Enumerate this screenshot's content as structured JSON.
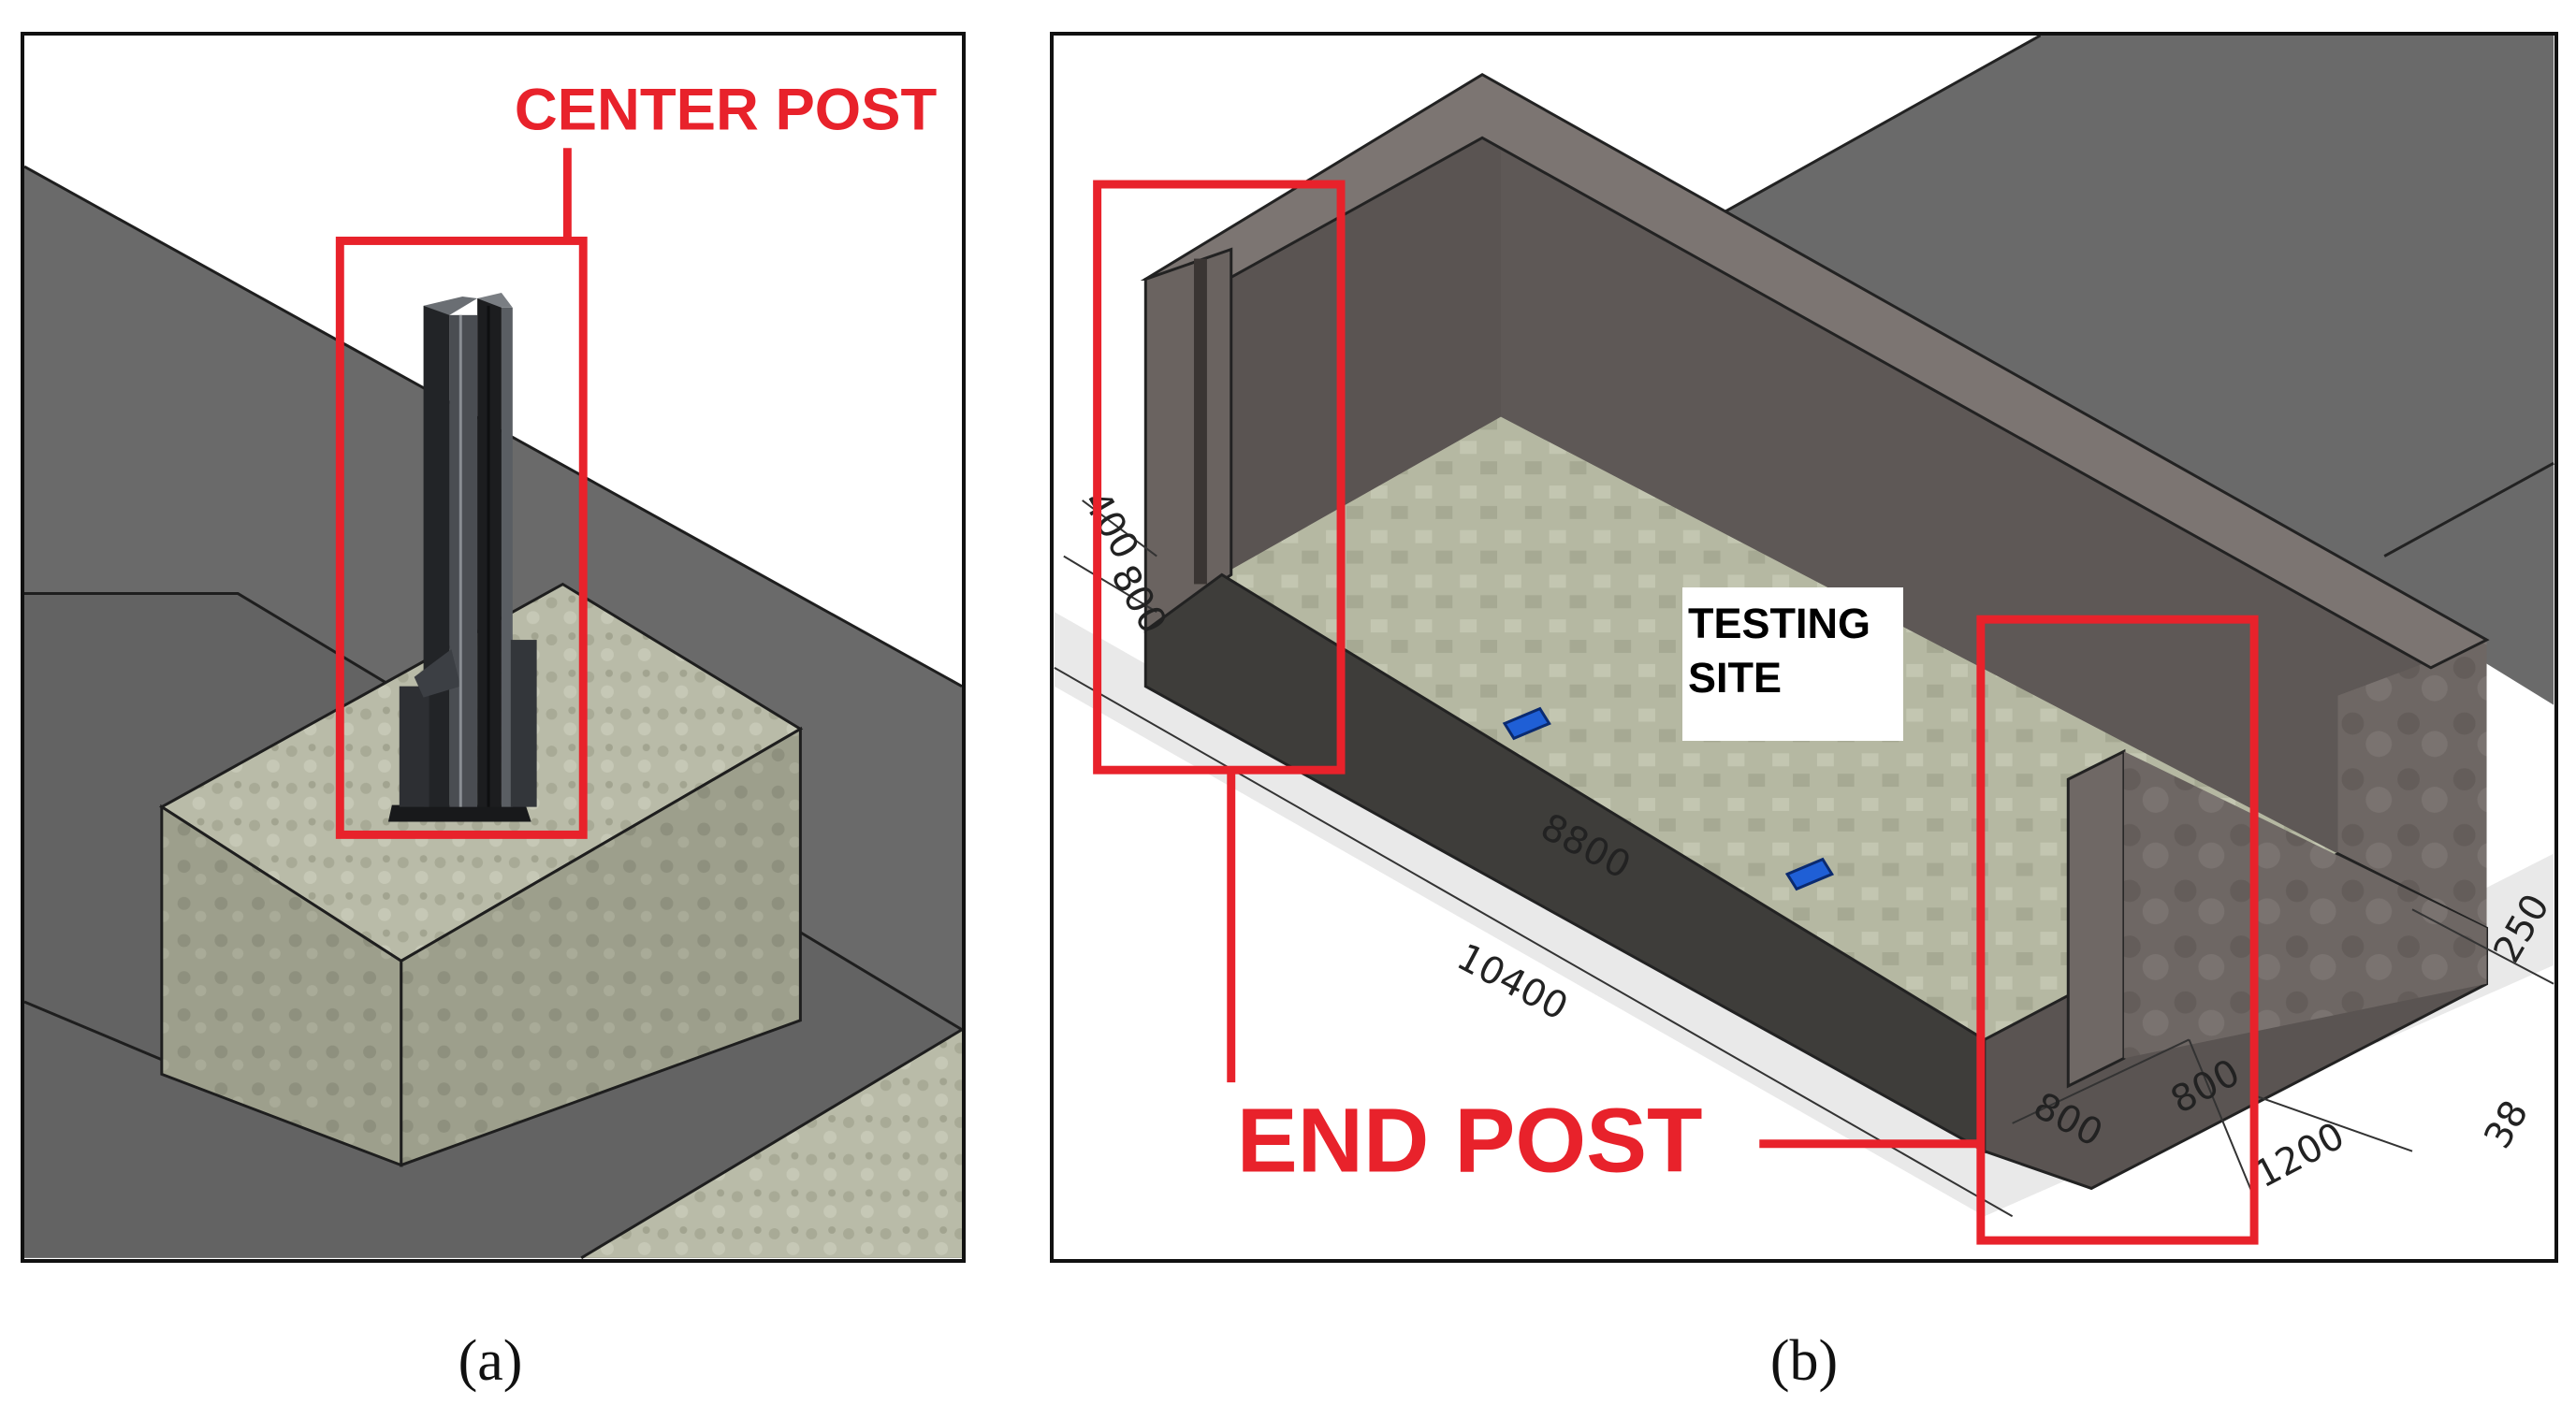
{
  "colors": {
    "annotation_red": "#e8222b",
    "background_ground": "#6b6b6b",
    "concrete": "#b7b9a6",
    "wall": "#6e6663",
    "steel": "#2a2c2f",
    "marker_blue": "#1f5fd6"
  },
  "panel_a": {
    "callout": "CENTER POST",
    "caption": "(a)"
  },
  "panel_b": {
    "callout": "END POST",
    "site_label_line1": "TESTING",
    "site_label_line2": "SITE",
    "dimensions": {
      "total_length": "10400",
      "inner_length": "8800",
      "left_post_depth": "800",
      "left_top": "400",
      "right_post_depth": "800",
      "right_post_width": "800",
      "right_width": "1200",
      "far_right_partial": "38",
      "edge_partial": "250"
    },
    "caption": "(b)"
  }
}
